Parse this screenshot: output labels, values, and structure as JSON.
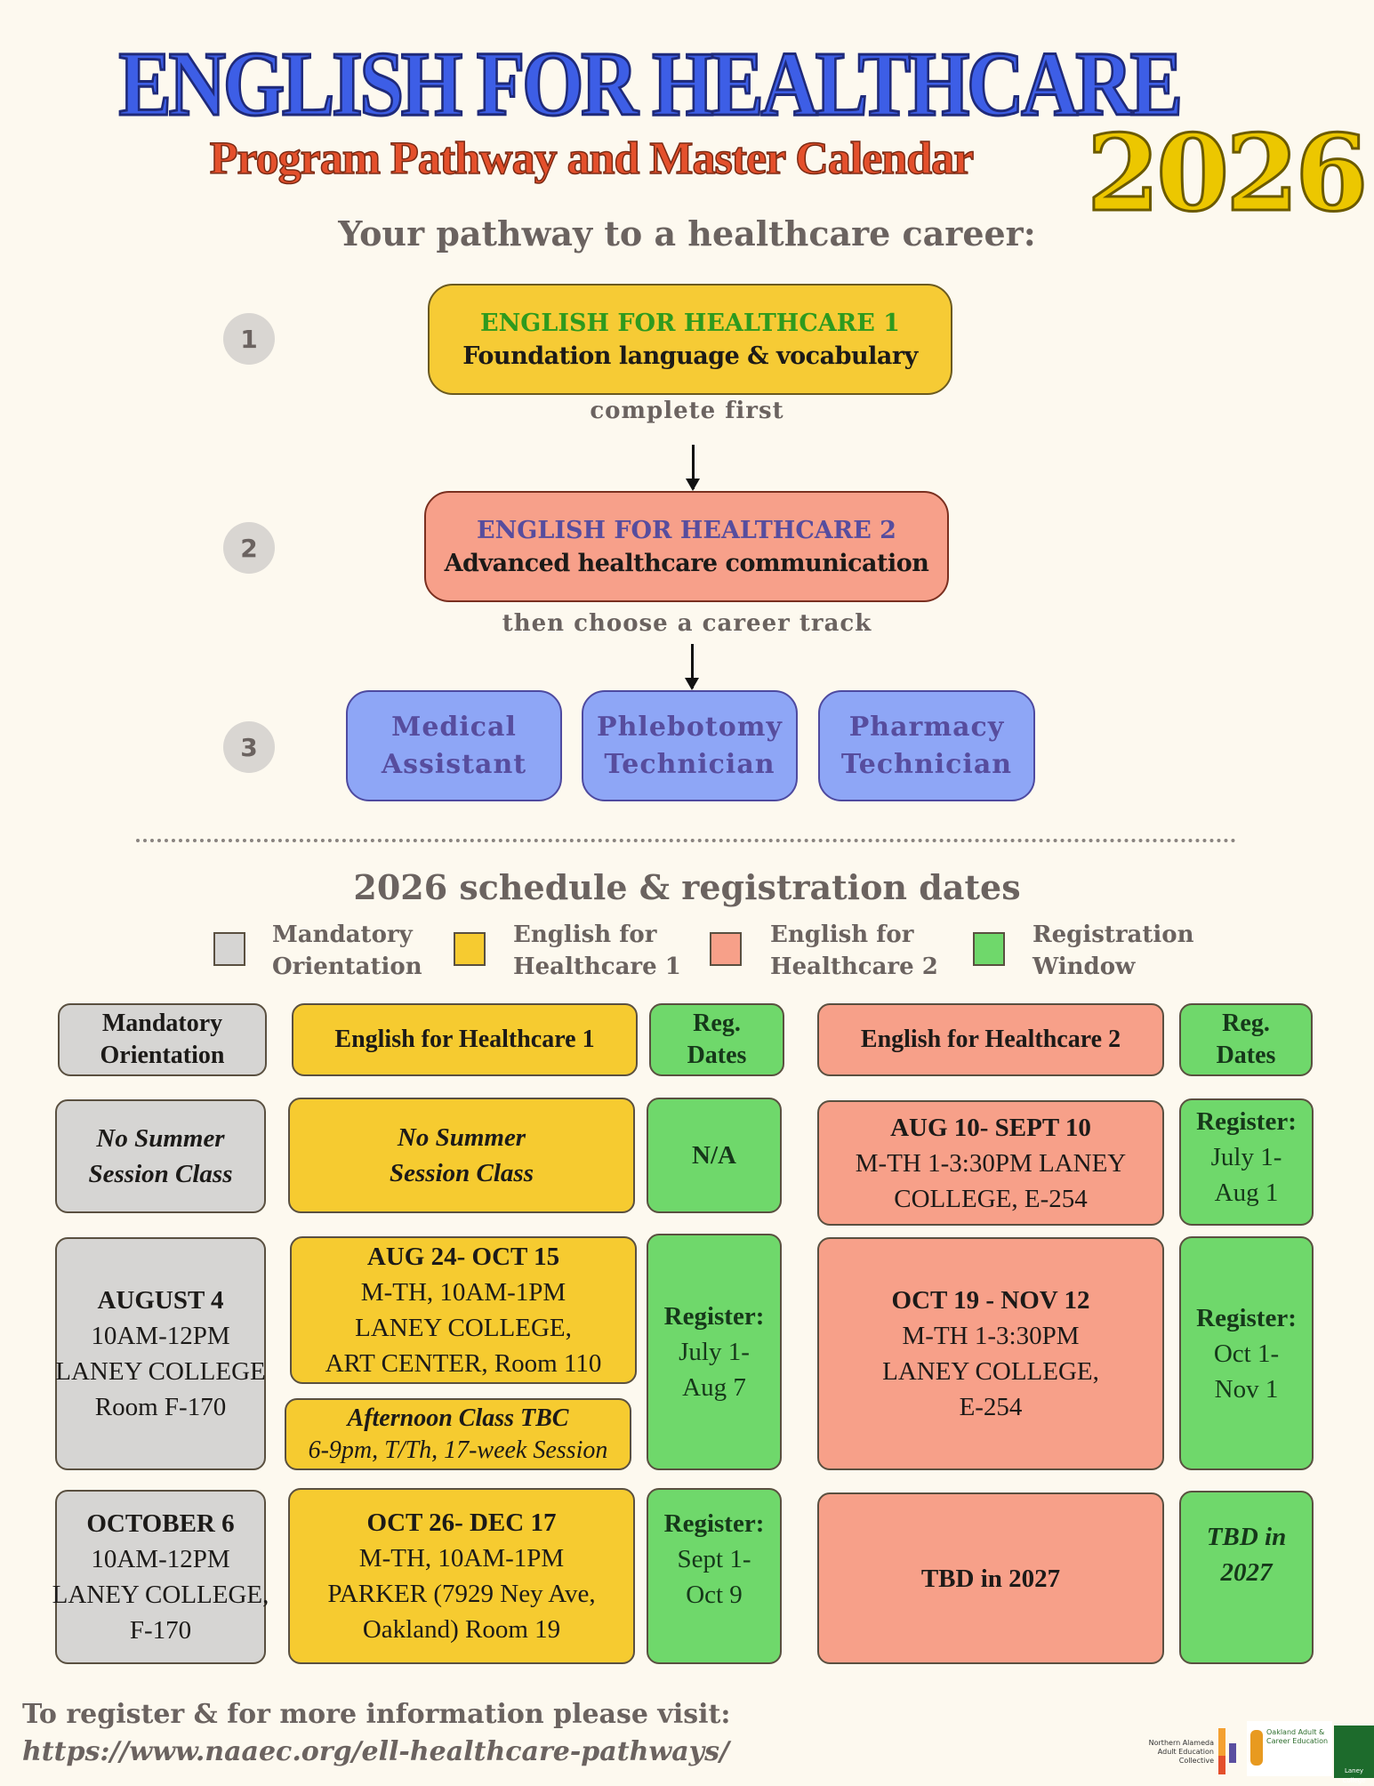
{
  "header": {
    "title": "ENGLISH FOR HEALTHCARE",
    "subtitle": "Program Pathway and Master Calendar",
    "year": "2026"
  },
  "pathway": {
    "heading": "Your pathway to a healthcare career:",
    "steps": [
      "1",
      "2",
      "3"
    ],
    "level1": {
      "title": "ENGLISH FOR HEALTHCARE 1",
      "desc": "Foundation language & vocabulary",
      "title_color": "#2e9a1e"
    },
    "note1": "complete first",
    "level2": {
      "title": "ENGLISH FOR HEALTHCARE 2",
      "desc": "Advanced healthcare communication",
      "title_color": "#574d9e"
    },
    "note2": "then choose a career track",
    "tracks": [
      {
        "l1": "Medical",
        "l2": "Assistant"
      },
      {
        "l1": "Phlebotomy",
        "l2": "Technician"
      },
      {
        "l1": "Pharmacy",
        "l2": "Technician"
      }
    ]
  },
  "schedule": {
    "heading": "2026 schedule & registration dates",
    "legend": [
      {
        "l1": "Mandatory",
        "l2": "Orientation",
        "color": "#d6d5d3"
      },
      {
        "l1": "English for",
        "l2": "Healthcare 1",
        "color": "#f6cb30"
      },
      {
        "l1": "English for",
        "l2": "Healthcare 2",
        "color": "#f7a089"
      },
      {
        "l1": "Registration",
        "l2": "Window",
        "color": "#6fd86b"
      }
    ],
    "headers": {
      "orientation": "Mandatory Orientation",
      "eh1": "English for Healthcare 1",
      "reg1": "Reg. Dates",
      "eh2": "English for Healthcare 2",
      "reg2": "Reg. Dates"
    },
    "row1": {
      "orientation": "No Summer Session Class",
      "eh1": "No Summer Session Class",
      "reg1": "N/A",
      "eh2_dates": "AUG 10- SEPT 10",
      "eh2_l1": "M-TH 1-3:30PM LANEY",
      "eh2_l2": "COLLEGE, E-254",
      "reg2_label": "Register:",
      "reg2_l1": "July 1-",
      "reg2_l2": "Aug 1"
    },
    "row2": {
      "or_date": "AUGUST 4",
      "or_l1": "10AM-12PM",
      "or_l2": "LANEY COLLEGE",
      "or_l3": "Room F-170",
      "eh1_dates": "AUG 24- OCT 15",
      "eh1_l1": "M-TH, 10AM-1PM",
      "eh1_l2": "LANEY COLLEGE,",
      "eh1_l3": "ART CENTER, Room 110",
      "aft_title": "Afternoon Class TBC",
      "aft_desc": "6-9pm, T/Th, 17-week Session",
      "reg1_label": "Register:",
      "reg1_l1": "July 1-",
      "reg1_l2": "Aug 7",
      "eh2_dates": "OCT 19 - NOV 12",
      "eh2_l1": "M-TH 1-3:30PM",
      "eh2_l2": "LANEY COLLEGE,",
      "eh2_l3": "E-254",
      "reg2_label": "Register:",
      "reg2_l1": "Oct 1-",
      "reg2_l2": "Nov 1"
    },
    "row3": {
      "or_date": "OCTOBER 6",
      "or_l1": "10AM-12PM",
      "or_l2": "LANEY COLLEGE,",
      "or_l3": "F-170",
      "eh1_dates": "OCT 26- DEC 17",
      "eh1_l1": "M-TH, 10AM-1PM",
      "eh1_l2": "PARKER (7929 Ney Ave,",
      "eh1_l3": "Oakland) Room 19",
      "reg1_label": "Register:",
      "reg1_l1": "Sept 1-",
      "reg1_l2": "Oct 9",
      "eh2": "TBD in 2027",
      "reg2": "TBD in 2027"
    }
  },
  "footer": {
    "line1": "To register & for more information please visit:",
    "url": "https://www.naaec.org/ell-healthcare-pathways/",
    "logos": {
      "naaec": "Northern Alameda Adult Education Collective",
      "oace": "Oakland Adult & Career Education",
      "laney": "Laney College"
    }
  }
}
